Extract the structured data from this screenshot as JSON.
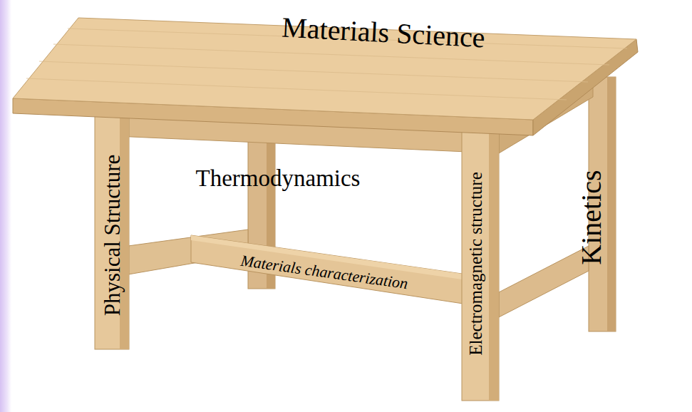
{
  "diagram": {
    "labels": [
      "Materials Science",
      "Thermodynamics",
      "Physical Structure",
      "Materials characterization",
      "Electromagnetic structure",
      "Kinetics"
    ]
  }
}
